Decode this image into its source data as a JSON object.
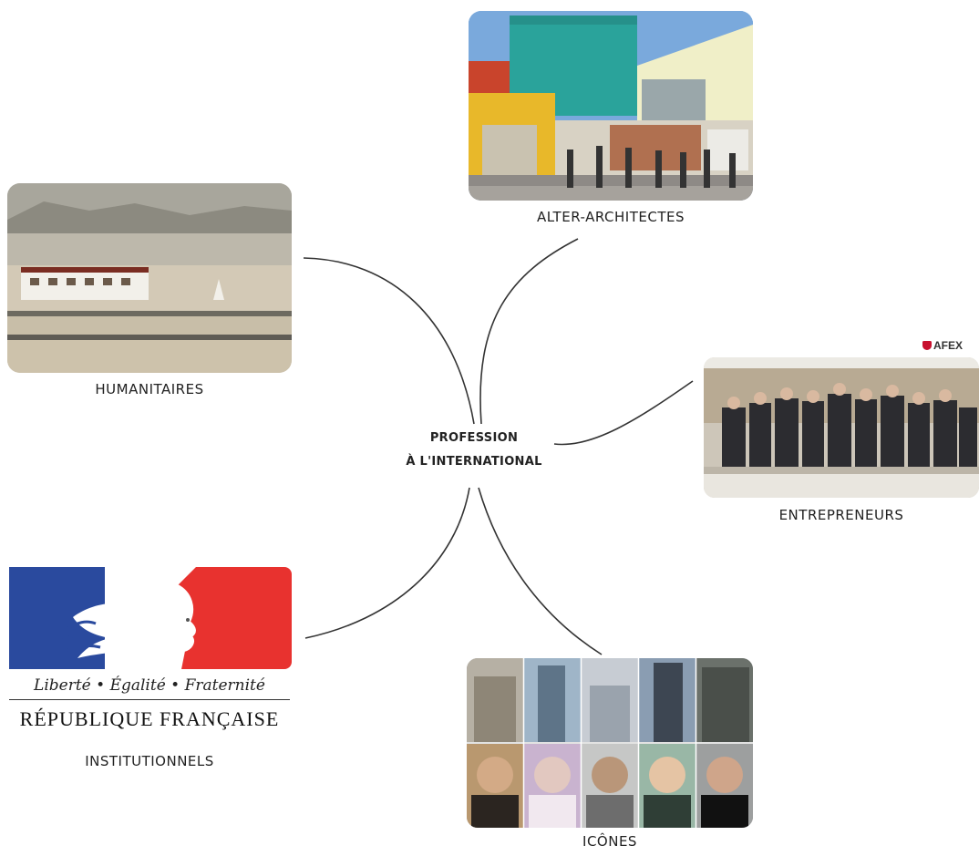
{
  "center": {
    "line1": "PROFESSION",
    "line2": "À L'INTERNATIONAL"
  },
  "branches": {
    "alter": {
      "label": "ALTER-ARCHITECTES"
    },
    "humanitaires": {
      "label": "HUMANITAIRES"
    },
    "entrepreneurs": {
      "label": "ENTREPRENEURS",
      "logo_text": "AFEX"
    },
    "institutionnels": {
      "label": "INSTITUTIONNELS",
      "motto": "Liberté • Égalité • Fraternité",
      "republic": "RÉPUBLIQUE FRANÇAISE"
    },
    "icones": {
      "label": "ICÔNES"
    }
  },
  "colors": {
    "flag_blue": "#2a4a9e",
    "flag_red": "#e8322f",
    "line": "#333333"
  }
}
